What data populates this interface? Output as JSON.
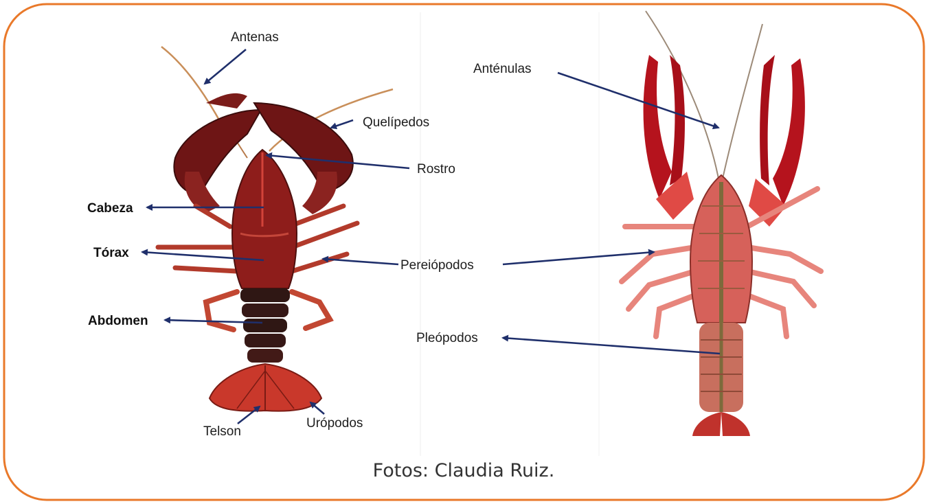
{
  "colors": {
    "frame": "#e9792a",
    "arrow": "#1f2f6b",
    "body_red": "#9b1d1a",
    "body_dark": "#2c1512",
    "ventral_red": "#d13a32",
    "ventral_olive": "#7d6a3b"
  },
  "left_labels": {
    "antenas": "Antenas",
    "quelipedos": "Quelípedos",
    "rostro": "Rostro",
    "cabeza": "Cabeza",
    "torax": "Tórax",
    "abdomen": "Abdomen",
    "telson": "Telson",
    "uropodos": "Urópodos"
  },
  "right_labels": {
    "antenulas": "Anténulas",
    "pereiopodos": "Pereiópodos",
    "pleopodos": "Pleópodos"
  },
  "caption": "Fotos: Claudia Ruiz."
}
